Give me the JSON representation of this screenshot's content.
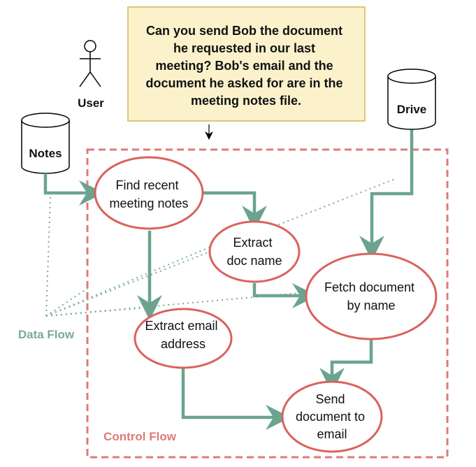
{
  "user_request": {
    "lines": [
      "Can you send Bob the document",
      "he requested in our last",
      "meeting? Bob's email and the",
      "document he asked for are in the",
      "meeting notes file."
    ]
  },
  "actors": {
    "user_label": "User"
  },
  "data_stores": {
    "notes_label": "Notes",
    "drive_label": "Drive"
  },
  "steps": {
    "find_notes": [
      "Find recent",
      "meeting notes"
    ],
    "extract_doc": [
      "Extract",
      "doc name"
    ],
    "extract_email": [
      "Extract email",
      "address"
    ],
    "fetch_doc": [
      "Fetch document",
      "by name"
    ],
    "send_doc": [
      "Send",
      "document to",
      "email"
    ]
  },
  "legend": {
    "data_flow": "Data Flow",
    "control_flow": "Control Flow"
  },
  "colors": {
    "flow": "#6ba48e",
    "control": "#e07a78",
    "node_stroke": "#d9625e",
    "note_fill": "#fbf2cc",
    "note_stroke": "#d6b656",
    "data_flow_text": "#7aab98",
    "control_flow_text": "#e07a78"
  }
}
